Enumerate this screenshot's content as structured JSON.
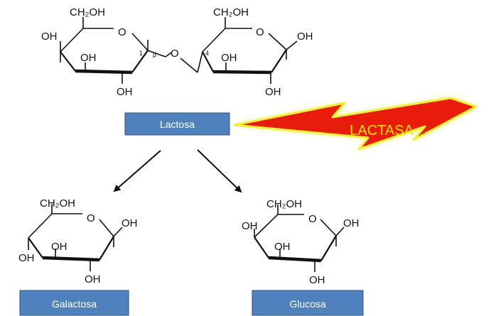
{
  "colors": {
    "label_fill": "#4f81bd",
    "label_text": "#ffffff",
    "bolt_fill": "#e81c0a",
    "bolt_glow": "#f4ef3a",
    "enzyme_text": "#f5e600",
    "line": "#111111"
  },
  "lactose": {
    "galactose_unit": {
      "ch2oh": "CH₂OH",
      "oh_left": "OH",
      "oh_mid": "OH",
      "oh_bottom": "OH",
      "ring_o": "O",
      "carbon_number": "1",
      "beta": "β"
    },
    "bridge_o": "O",
    "glucose_unit": {
      "ch2oh": "CH₂OH",
      "oh_right": "OH",
      "oh_mid": "OH",
      "oh_bottom": "OH",
      "ring_o": "O",
      "carbon_number": "4"
    },
    "label": "Lactosa"
  },
  "enzyme": {
    "label": "LACTASA"
  },
  "galactose": {
    "ch2oh": "CH₂OH",
    "oh_right": "OH",
    "oh_left": "OH",
    "oh_mid": "OH",
    "oh_bottom": "OH",
    "ring_o": "O",
    "label": "Galactosa"
  },
  "glucose": {
    "ch2oh": "CH₂OH",
    "oh_right": "OH",
    "oh_left": "OH",
    "oh_mid": "OH",
    "oh_bottom": "OH",
    "ring_o": "O",
    "label": "Glucosa"
  }
}
